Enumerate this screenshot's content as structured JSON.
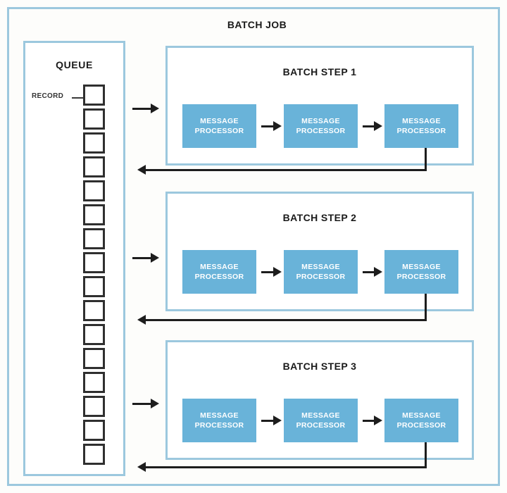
{
  "diagram": {
    "title": "BATCH JOB",
    "queue": {
      "title": "QUEUE",
      "record_label": "RECORD",
      "record_count": 16
    },
    "steps": [
      {
        "title": "BATCH STEP 1",
        "processors": [
          {
            "line1": "MESSAGE",
            "line2": "PROCESSOR"
          },
          {
            "line1": "MESSAGE",
            "line2": "PROCESSOR"
          },
          {
            "line1": "MESSAGE",
            "line2": "PROCESSOR"
          }
        ]
      },
      {
        "title": "BATCH STEP 2",
        "processors": [
          {
            "line1": "MESSAGE",
            "line2": "PROCESSOR"
          },
          {
            "line1": "MESSAGE",
            "line2": "PROCESSOR"
          },
          {
            "line1": "MESSAGE",
            "line2": "PROCESSOR"
          }
        ]
      },
      {
        "title": "BATCH STEP 3",
        "processors": [
          {
            "line1": "MESSAGE",
            "line2": "PROCESSOR"
          },
          {
            "line1": "MESSAGE",
            "line2": "PROCESSOR"
          },
          {
            "line1": "MESSAGE",
            "line2": "PROCESSOR"
          }
        ]
      }
    ],
    "colors": {
      "frame_border": "#9cc8de",
      "processor_fill": "#69b3d9",
      "processor_text": "#ffffff",
      "arrow": "#1d1d1d",
      "record_border": "#2f2f2f",
      "background": "#fdfdfb"
    }
  }
}
